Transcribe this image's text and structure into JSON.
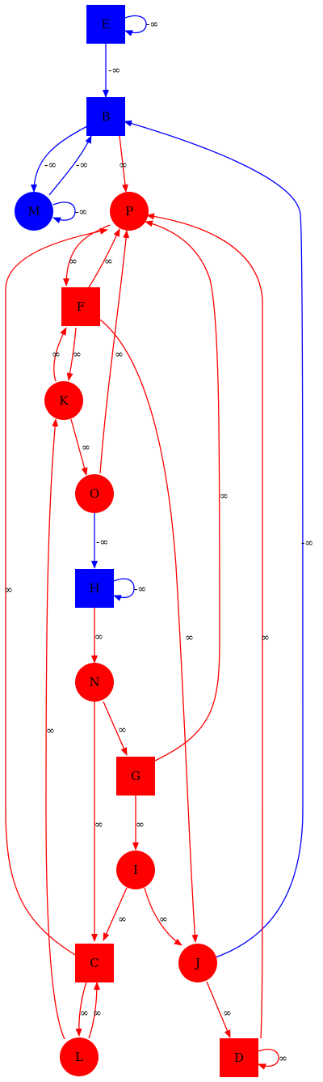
{
  "colors": {
    "red": "#ff0000",
    "blue": "#0000ff"
  },
  "nodes": {
    "E": {
      "label": "E",
      "shape": "square",
      "color": "blue"
    },
    "B": {
      "label": "B",
      "shape": "square",
      "color": "blue"
    },
    "M": {
      "label": "M",
      "shape": "circle",
      "color": "blue"
    },
    "P": {
      "label": "P",
      "shape": "circle",
      "color": "red"
    },
    "F": {
      "label": "F",
      "shape": "square",
      "color": "red"
    },
    "K": {
      "label": "K",
      "shape": "circle",
      "color": "red"
    },
    "O": {
      "label": "O",
      "shape": "circle",
      "color": "red"
    },
    "H": {
      "label": "H",
      "shape": "square",
      "color": "blue"
    },
    "N": {
      "label": "N",
      "shape": "circle",
      "color": "red"
    },
    "G": {
      "label": "G",
      "shape": "square",
      "color": "red"
    },
    "I": {
      "label": "I",
      "shape": "circle",
      "color": "red"
    },
    "C": {
      "label": "C",
      "shape": "square",
      "color": "red"
    },
    "J": {
      "label": "J",
      "shape": "circle",
      "color": "red"
    },
    "L": {
      "label": "L",
      "shape": "circle",
      "color": "red"
    },
    "D": {
      "label": "D",
      "shape": "square",
      "color": "red"
    }
  },
  "edges": {
    "E_E": {
      "from": "E",
      "to": "E",
      "label": "-∞",
      "color": "blue"
    },
    "E_B": {
      "from": "E",
      "to": "B",
      "label": "-∞",
      "color": "blue"
    },
    "B_M": {
      "from": "B",
      "to": "M",
      "label": "-∞",
      "color": "blue"
    },
    "M_B": {
      "from": "M",
      "to": "B",
      "label": "-∞",
      "color": "blue"
    },
    "M_M": {
      "from": "M",
      "to": "M",
      "label": "-∞",
      "color": "blue"
    },
    "B_P": {
      "from": "B",
      "to": "P",
      "label": "∞",
      "color": "red"
    },
    "P_F": {
      "from": "P",
      "to": "F",
      "label": "∞",
      "color": "red"
    },
    "F_P": {
      "from": "F",
      "to": "P",
      "label": "∞",
      "color": "red"
    },
    "F_K": {
      "from": "F",
      "to": "K",
      "label": "∞",
      "color": "red"
    },
    "K_F": {
      "from": "K",
      "to": "F",
      "label": "∞",
      "color": "red"
    },
    "O_P": {
      "from": "O",
      "to": "P",
      "label": "∞",
      "color": "red"
    },
    "K_O": {
      "from": "K",
      "to": "O",
      "label": "∞",
      "color": "red"
    },
    "O_H": {
      "from": "O",
      "to": "H",
      "label": "-∞",
      "color": "blue"
    },
    "H_H": {
      "from": "H",
      "to": "H",
      "label": "-∞",
      "color": "blue"
    },
    "H_N": {
      "from": "H",
      "to": "N",
      "label": "∞",
      "color": "red"
    },
    "N_G": {
      "from": "N",
      "to": "G",
      "label": "∞",
      "color": "red"
    },
    "N_C": {
      "from": "N",
      "to": "C",
      "label": "∞",
      "color": "red"
    },
    "G_P": {
      "from": "G",
      "to": "P",
      "label": "∞",
      "color": "red"
    },
    "G_I": {
      "from": "G",
      "to": "I",
      "label": "∞",
      "color": "red"
    },
    "I_C": {
      "from": "I",
      "to": "C",
      "label": "∞",
      "color": "red"
    },
    "I_J": {
      "from": "I",
      "to": "J",
      "label": "∞",
      "color": "red"
    },
    "F_J": {
      "from": "F",
      "to": "J",
      "label": "∞",
      "color": "red"
    },
    "C_P": {
      "from": "C",
      "to": "P",
      "label": "∞",
      "color": "red"
    },
    "C_L": {
      "from": "C",
      "to": "L",
      "label": "∞",
      "color": "red"
    },
    "L_C": {
      "from": "L",
      "to": "C",
      "label": "∞",
      "color": "red"
    },
    "L_K": {
      "from": "L",
      "to": "K",
      "label": "∞",
      "color": "red"
    },
    "J_B": {
      "from": "J",
      "to": "B",
      "label": "-∞",
      "color": "blue"
    },
    "J_D": {
      "from": "J",
      "to": "D",
      "label": "∞",
      "color": "red"
    },
    "D_P": {
      "from": "D",
      "to": "P",
      "label": "∞",
      "color": "red"
    },
    "D_D": {
      "from": "D",
      "to": "D",
      "label": "∞",
      "color": "red"
    }
  }
}
